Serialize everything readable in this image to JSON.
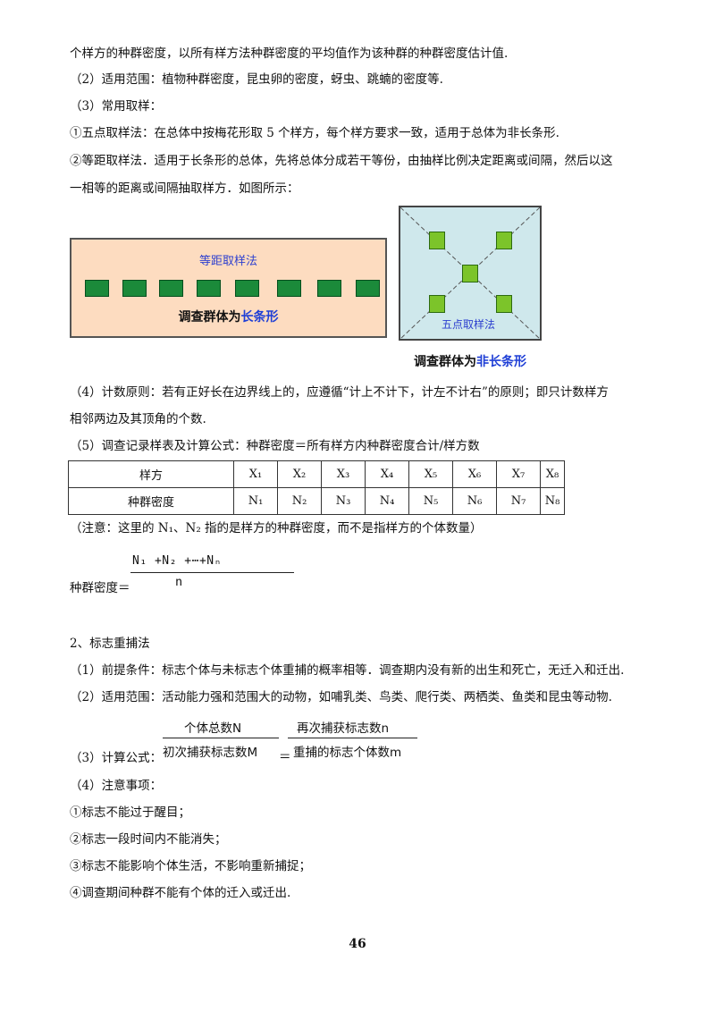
{
  "intro": {
    "l1": "个样方的种群密度，以所有样方法种群密度的平均值作为该种群的种群密度估计值.",
    "l2": "（2）适用范围：植物种群密度，昆虫卵的密度，蚜虫、跳蝻的密度等.",
    "l3": "（3）常用取样：",
    "l4": "①五点取样法：在总体中按梅花形取 5 个样方，每个样方要求一致，适用于总体为非长条形.",
    "l5": "②等距取样法．适用于长条形的总体，先将总体分成若干等份，由抽样比例决定距离或间隔，然后以这",
    "l6": "一相等的距离或间隔抽取样方．如图所示："
  },
  "figure_left": {
    "title": "等距取样法",
    "caption_prefix": "调查群体为",
    "caption_highlight": "长条形"
  },
  "figure_right": {
    "label": "五点取样法",
    "caption_prefix": "调查群体为",
    "caption_highlight": "非长条形"
  },
  "principles": {
    "l1": "（4）计数原则：若有正好长在边界线上的，应遵循“计上不计下，计左不计右”的原则；即只计数样方",
    "l2": "相邻两边及其顶角的个数.",
    "l3": "（5）调查记录样表及计算公式：种群密度＝所有样方内种群密度合计/样方数"
  },
  "table": {
    "row1_label": "样方",
    "row1": [
      "X₁",
      "X₂",
      "X₃",
      "X₄",
      "X₅",
      "X₆",
      "X₇",
      "X₈"
    ],
    "row2_label": "种群密度",
    "row2": [
      "N₁",
      "N₂",
      "N₃",
      "N₄",
      "N₅",
      "N₆",
      "N₇",
      "N₈"
    ]
  },
  "note": "（注意：这里的 N₁、N₂ 指的是样方的种群密度，而不是指样方的个体数量）",
  "formula1": {
    "label": "种群密度＝",
    "numerator": "N₁ +N₂ +⋯+Nₙ",
    "denominator": "n"
  },
  "section2": {
    "heading": "2、标志重捕法",
    "l1": "（1）前提条件：标志个体与未标志个体重捕的概率相等．调查期内没有新的出生和死亡，无迁入和迁出.",
    "l2": "（2）适用范围：活动能力强和范围大的动物，如哺乳类、鸟类、爬行类、两栖类、鱼类和昆虫等动物.",
    "formula_label": "（3）计算公式：",
    "f_num1": "个体总数N",
    "f_den1": "初次捕获标志数M",
    "f_eq": "＝",
    "f_num2": "再次捕获标志数n",
    "f_den2": "重捕的标志个体数m",
    "notes_heading": "（4）注意事项：",
    "n1": "①标志不能过于醒目；",
    "n2": "②标志一段时间内不能消失；",
    "n3": "③标志不能影响个体生活，不影响重新捕捉；",
    "n4": "④调查期间种群不能有个体的迁入或迁出."
  },
  "page_number": "46"
}
